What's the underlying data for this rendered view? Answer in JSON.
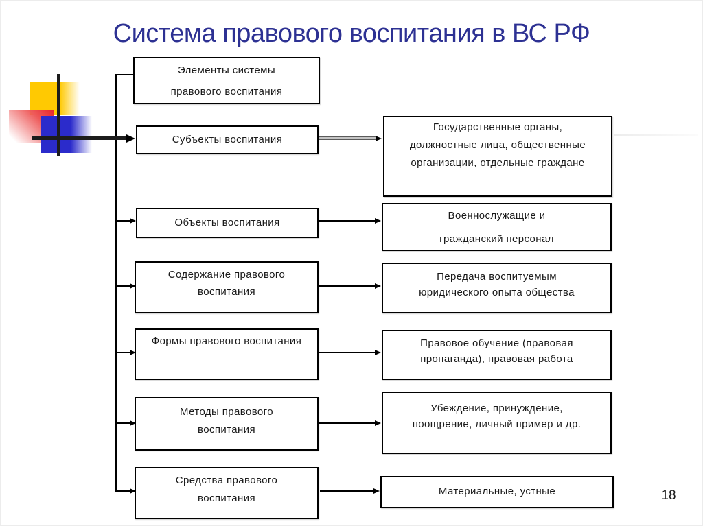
{
  "slide": {
    "title": "Система правового воспитания в ВС РФ",
    "page_number": "18"
  },
  "colors": {
    "title_text": "#2d3193",
    "box_border": "#000000",
    "box_text": "#1a1a1a",
    "decor_yellow": "#ffc902",
    "decor_red": "#e8242a",
    "decor_blue": "#2b2bcb",
    "arrow_black": "#000000",
    "arrow_gray_shaft": "#c4c4c4"
  },
  "diagram": {
    "root": {
      "label": "Элементы системы\nправового воспитания"
    },
    "rows": [
      {
        "element": "Субъекты воспитания",
        "detail": "Государственные органы,\nдолжностные лица, общественные\nорганизации, отдельные граждане"
      },
      {
        "element": "Объекты воспитания",
        "detail": "Военнослужащие и\nгражданский персонал"
      },
      {
        "element": "Содержание правового\nвоспитания",
        "detail": "Передача воспитуемым\nюридического опыта общества"
      },
      {
        "element": "Формы правового воспитания",
        "detail": "Правовое обучение (правовая\nпропаганда), правовая работа"
      },
      {
        "element": "Методы правового\nвоспитания",
        "detail": "Убеждение, принуждение,\nпоощрение, личный пример и др."
      },
      {
        "element": "Средства правового\nвоспитания",
        "detail": "Материальные, устные"
      }
    ]
  }
}
